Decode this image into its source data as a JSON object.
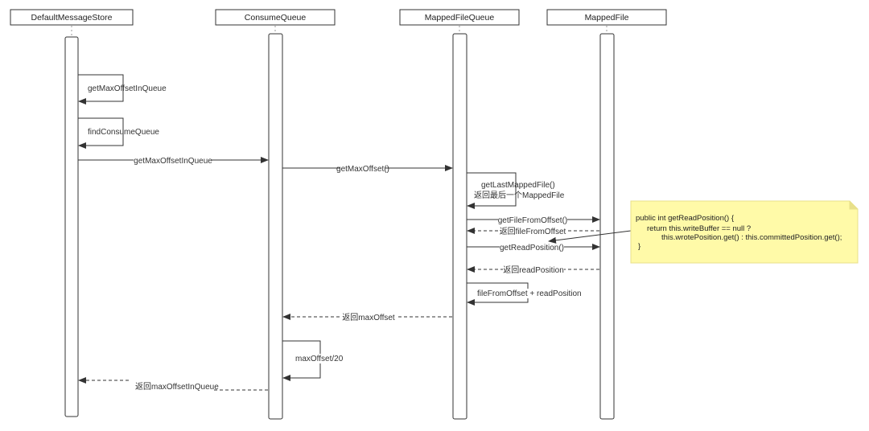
{
  "participants": [
    "DefaultMessageStore",
    "ConsumeQueue",
    "MappedFileQueue",
    "MappedFile"
  ],
  "messages": {
    "get_max_offset_in_queue_self": "getMaxOffsetInQueue",
    "find_consume_queue": "findConsumeQueue",
    "get_max_offset_in_queue": "getMaxOffsetInQueue",
    "get_max_offset": "getMaxOffset()",
    "get_last_mapped_file_1": "getLastMappedFile()",
    "get_last_mapped_file_2": "返回最后一个MappedFile",
    "get_file_from_offset": "getFileFromOffset()",
    "return_file_from_offset": "返回fileFromOffset",
    "get_read_position": "getReadPosition()",
    "return_read_position": "返回readPosition",
    "file_from_offset_plus": "fileFromOffset + readPosition",
    "return_max_offset": "返回maxOffset",
    "max_offset_div": "maxOffset/20",
    "return_max_offset_in_queue": "返回maxOffsetInQueue"
  },
  "note": {
    "lines": [
      "public int getReadPosition() {",
      "return this.writeBuffer == null ?",
      "this.wrotePosition.get() : this.committedPosition.get();",
      "}"
    ]
  },
  "colors": {
    "note_fill": "#fffaa8",
    "note_fold": "#e8e08a",
    "line": "#333333"
  }
}
